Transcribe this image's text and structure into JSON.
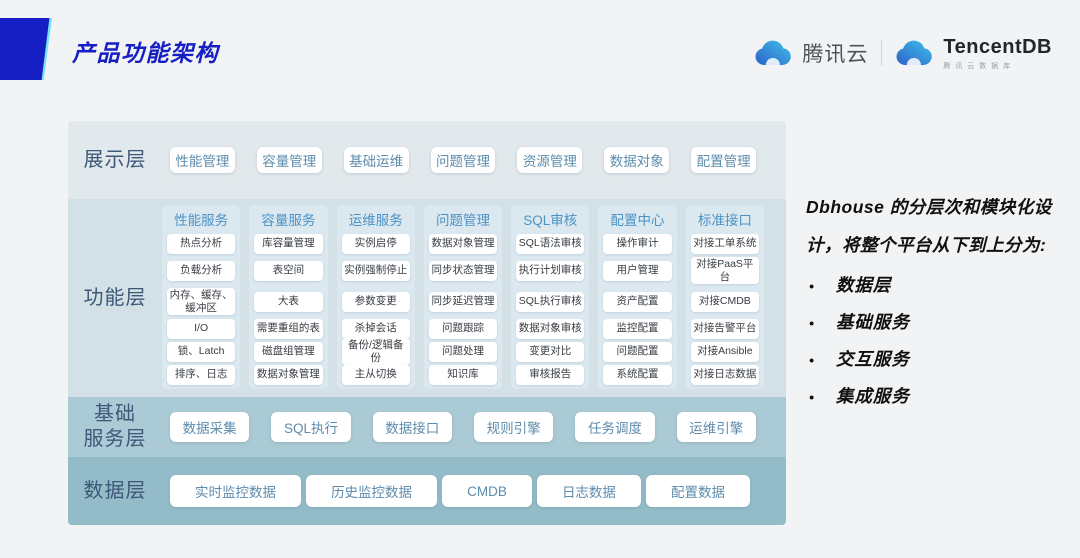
{
  "page": {
    "title": "产品功能架构"
  },
  "logos": {
    "tencent_cloud": "腾讯云",
    "tencent_db": "TencentDB",
    "tencent_db_sub": "腾 讯 云 数 据 库"
  },
  "diagram": {
    "display_layer": {
      "label": "展示层",
      "items": [
        "性能管理",
        "容量管理",
        "基础运维",
        "问题管理",
        "资源管理",
        "数据对象",
        "配置管理"
      ]
    },
    "function_layer": {
      "label": "功能层",
      "columns": [
        {
          "header": "性能服务",
          "items": [
            "热点分析",
            "负载分析",
            "内存、缓存、缓冲区",
            "I/O",
            "锁、Latch",
            "排序、日志"
          ]
        },
        {
          "header": "容量服务",
          "items": [
            "库容量管理",
            "表空间",
            "大表",
            "需要重组的表",
            "磁盘组管理",
            "数据对象管理"
          ]
        },
        {
          "header": "运维服务",
          "items": [
            "实例启停",
            "实例强制停止",
            "参数变更",
            "杀掉会话",
            "备份/逻辑备份",
            "主从切换"
          ]
        },
        {
          "header": "问题管理",
          "items": [
            "数据对象管理",
            "同步状态管理",
            "同步延迟管理",
            "问题跟踪",
            "问题处理",
            "知识库"
          ]
        },
        {
          "header": "SQL审核",
          "items": [
            "SQL语法审核",
            "执行计划审核",
            "SQL执行审核",
            "数据对象审核",
            "变更对比",
            "审核报告"
          ]
        },
        {
          "header": "配置中心",
          "items": [
            "操作审计",
            "用户管理",
            "资产配置",
            "监控配置",
            "问题配置",
            "系统配置"
          ]
        },
        {
          "header": "标准接口",
          "items": [
            "对接工单系统",
            "对接PaaS平台",
            "对接CMDB",
            "对接告警平台",
            "对接Ansible",
            "对接日志数据"
          ]
        }
      ]
    },
    "base_layer": {
      "label_line1": "基础",
      "label_line2": "服务层",
      "items": [
        "数据采集",
        "SQL执行",
        "数据接口",
        "规则引擎",
        "任务调度",
        "运维引擎"
      ]
    },
    "data_layer": {
      "label": "数据层",
      "items": [
        "实时监控数据",
        "历史监控数据",
        "CMDB",
        "日志数据",
        "配置数据"
      ]
    }
  },
  "side_note": {
    "intro": "Dbhouse 的分层次和模块化设计，将整个平台从下到上分为:",
    "bullets": [
      "数据层",
      "基础服务",
      "交互服务",
      "集成服务"
    ]
  },
  "colors": {
    "accent_blue": "#161fc4",
    "accent_cyan": "#74e2f8",
    "display_bg": "#e2e9ec",
    "function_bg": "#d3e0e6",
    "column_bg": "#dbe8f0",
    "base_bg": "#aacad5",
    "data_bg": "#93bcc8",
    "layer_label": "#3e5878",
    "pill_text": "#5e8cad",
    "column_header": "#4b92c5",
    "item_text": "#383d43"
  }
}
